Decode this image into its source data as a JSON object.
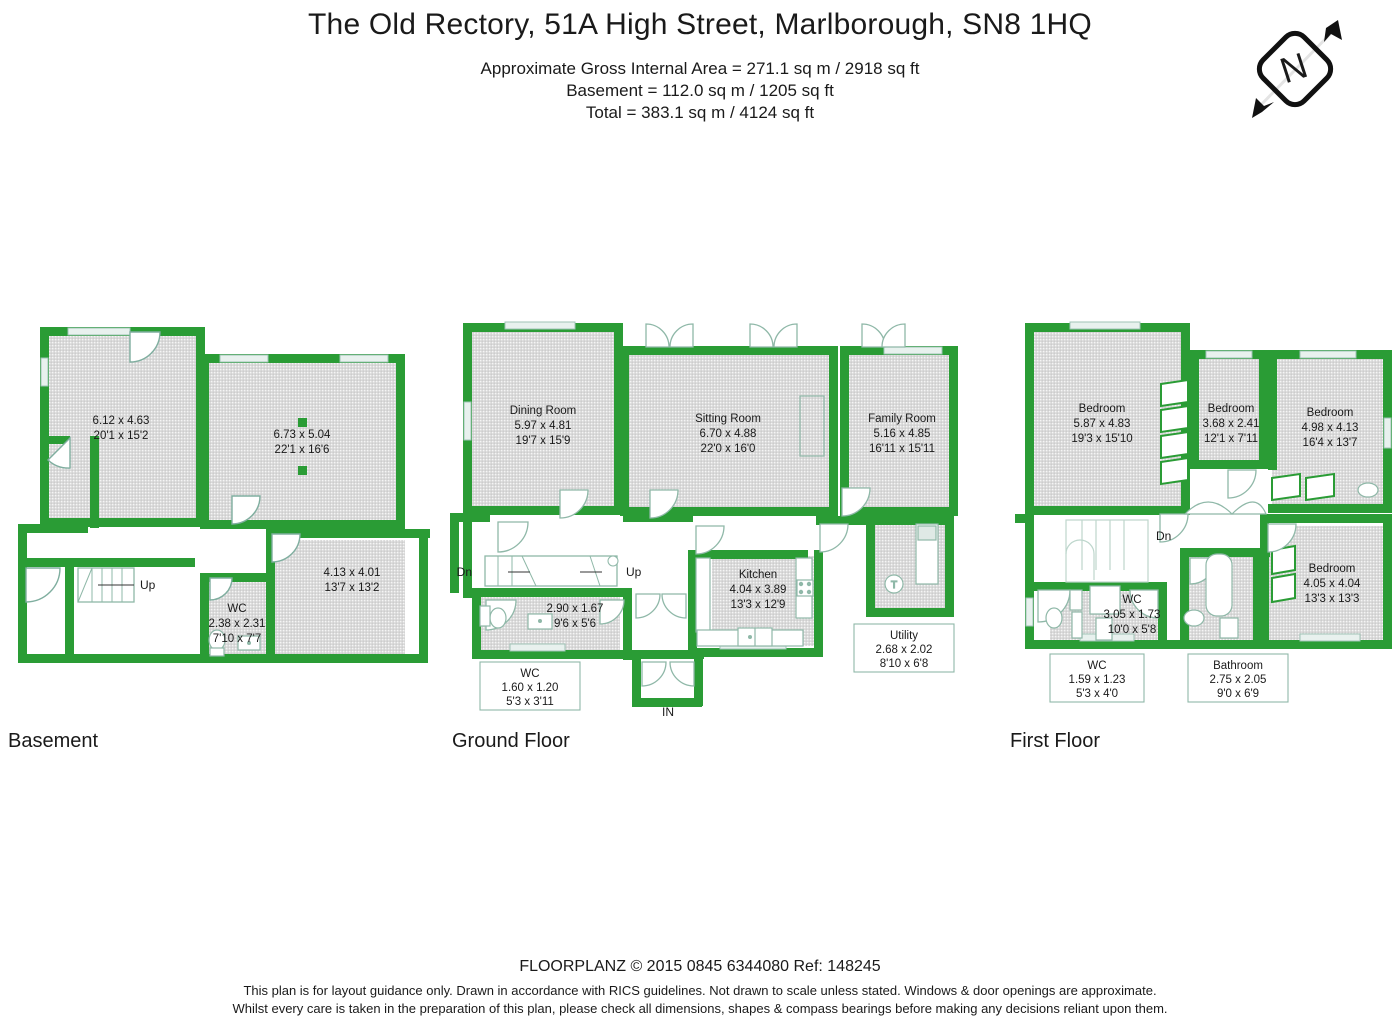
{
  "header": {
    "title": "The Old Rectory, 51A High Street, Marlborough, SN8 1HQ",
    "area_lines": [
      "Approximate Gross Internal Area = 271.1 sq m / 2918 sq ft",
      "Basement = 112.0 sq m / 1205 sq ft",
      "Total = 383.1 sq m / 4124 sq ft"
    ]
  },
  "compass": {
    "label": "N",
    "icon": "compass-north-icon"
  },
  "colors": {
    "wall_green": "#2a9c35",
    "room_fill_light": "#e9e9e9",
    "room_fill_dark": "#c9c9c9",
    "fixture_line": "#8fb8a8",
    "text": "#1a1a1a"
  },
  "floors": [
    {
      "id": "basement",
      "label": "Basement",
      "rooms": [
        {
          "name": "",
          "metric": "6.12 x 4.63",
          "imperial": "20'1 x 15'2"
        },
        {
          "name": "",
          "metric": "6.73 x 5.04",
          "imperial": "22'1 x 16'6"
        },
        {
          "name": "",
          "metric": "4.13 x 4.01",
          "imperial": "13'7 x 13'2"
        },
        {
          "name": "WC",
          "metric": "2.38 x 2.31",
          "imperial": "7'10 x 7'7"
        }
      ],
      "markers": [
        {
          "name": "stair-direction-up",
          "label": "Up"
        }
      ]
    },
    {
      "id": "ground-floor",
      "label": "Ground Floor",
      "rooms": [
        {
          "name": "Dining Room",
          "metric": "5.97 x 4.81",
          "imperial": "19'7 x 15'9"
        },
        {
          "name": "Sitting Room",
          "metric": "6.70 x 4.88",
          "imperial": "22'0 x 16'0"
        },
        {
          "name": "Family Room",
          "metric": "5.16 x 4.85",
          "imperial": "16'11 x 15'11"
        },
        {
          "name": "Kitchen",
          "metric": "4.04 x 3.89",
          "imperial": "13'3 x 12'9"
        },
        {
          "name": "",
          "metric": "2.90 x 1.67",
          "imperial": "9'6 x 5'6"
        }
      ],
      "callouts": [
        {
          "name": "WC",
          "metric": "1.60 x 1.20",
          "imperial": "5'3 x 3'11"
        },
        {
          "name": "Utility",
          "metric": "2.68 x 2.02",
          "imperial": "8'10 x 6'8"
        }
      ],
      "markers": [
        {
          "name": "stair-direction-down",
          "label": "Dn"
        },
        {
          "name": "stair-direction-up",
          "label": "Up"
        },
        {
          "name": "entrance-marker",
          "label": "IN"
        },
        {
          "name": "tank-marker",
          "label": "T"
        }
      ]
    },
    {
      "id": "first-floor",
      "label": "First Floor",
      "rooms": [
        {
          "name": "Bedroom",
          "metric": "5.87 x 4.83",
          "imperial": "19'3 x 15'10"
        },
        {
          "name": "Bedroom",
          "metric": "3.68 x 2.41",
          "imperial": "12'1 x 7'11"
        },
        {
          "name": "Bedroom",
          "metric": "4.98 x 4.13",
          "imperial": "16'4 x 13'7"
        },
        {
          "name": "Bedroom",
          "metric": "4.05 x 4.04",
          "imperial": "13'3 x 13'3"
        },
        {
          "name": "WC",
          "metric": "3.05 x 1.73",
          "imperial": "10'0 x 5'8"
        }
      ],
      "callouts": [
        {
          "name": "WC",
          "metric": "1.59 x 1.23",
          "imperial": "5'3 x 4'0"
        },
        {
          "name": "Bathroom",
          "metric": "2.75 x 2.05",
          "imperial": "9'0 x 6'9"
        }
      ],
      "markers": [
        {
          "name": "stair-direction-down",
          "label": "Dn"
        }
      ]
    }
  ],
  "footer": {
    "credit": "FLOORPLANZ © 2015   0845 6344080   Ref: 148245",
    "disclaimer_line1": "This plan is for layout guidance only. Drawn in accordance with RICS guidelines. Not drawn to scale unless stated. Windows & door openings are approximate.",
    "disclaimer_line2": "Whilst every care is taken in the preparation of this plan, please check all dimensions, shapes & compass bearings before making any decisions reliant upon them."
  }
}
